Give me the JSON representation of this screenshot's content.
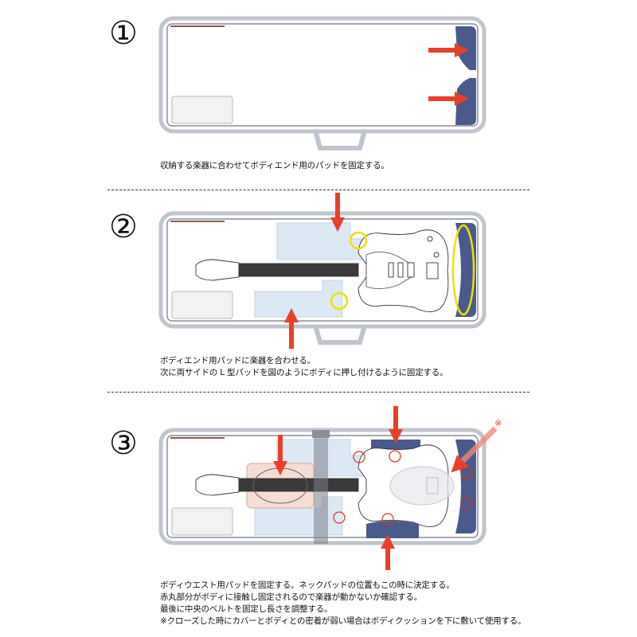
{
  "steps": [
    {
      "number": "①",
      "caption": [
        "収納する楽器に合わせてボディエンド用のパッドを固定する。"
      ]
    },
    {
      "number": "②",
      "caption": [
        "ボディエンド用パッドに楽器を合わせる。",
        "次に両サイドの L 型パッドを図のようにボディに押し付けるように固定する。"
      ]
    },
    {
      "number": "③",
      "callout_mark": "※",
      "caption": [
        "ボディウエスト用パッドを固定する。ネックパッドの位置もこの時に決定する。",
        "赤丸部分がボディに接触し固定されるので楽器が動かないか確認する。",
        "最後に中央のベルトを固定し長さを調整する。",
        "※クローズした時にカバーとボディとの密着が弱い場合はボディクッションを下に敷いて使用する。"
      ]
    }
  ],
  "colors": {
    "case_outline": "#c0c4cc",
    "case_inner": "#6f7480",
    "pad_navy": "#4a5a8c",
    "pad_light": "#dde8f5",
    "arrow_red": "#e8402a",
    "highlight_yellow": "#f0e000",
    "contact_circle": "#d9331f"
  }
}
